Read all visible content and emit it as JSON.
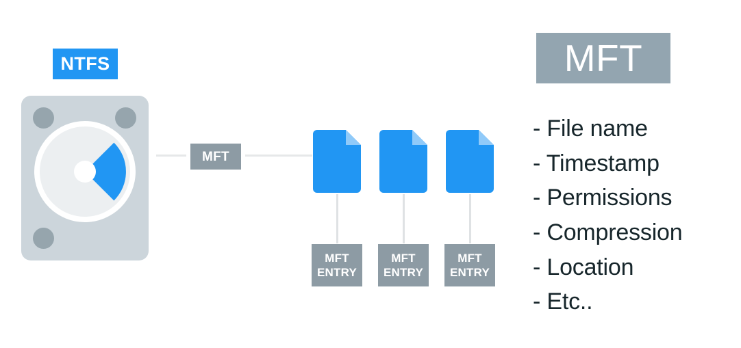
{
  "diagram": {
    "title_badge": {
      "label": "NTFS"
    },
    "disk": {
      "name": "hard-disk-drive",
      "icon": "hdd-platter-icon"
    },
    "link_label": {
      "label": "MFT"
    },
    "files": [
      {
        "label": "file-icon-1"
      },
      {
        "label": "file-icon-2"
      },
      {
        "label": "file-icon-3"
      }
    ],
    "mft_entries": [
      {
        "line1": "MFT",
        "line2": "ENTRY"
      },
      {
        "line1": "MFT",
        "line2": "ENTRY"
      },
      {
        "line1": "MFT",
        "line2": "ENTRY"
      }
    ],
    "panel": {
      "header": "MFT",
      "attributes": [
        "- File name",
        "- Timestamp",
        "- Permissions",
        "- Compression",
        "- Location",
        "- Etc.."
      ]
    },
    "colors": {
      "blue": "#2196f3",
      "blue_light": "#90caf9",
      "gray_blue": "#93a5b0",
      "gray_box": "#8d9ba4",
      "disk_body": "#ccd5db",
      "screw": "#96a5ad",
      "platter": "#eceff1",
      "line": "#e0e3e5",
      "text_dark": "#17262b",
      "background": "#ffffff"
    }
  }
}
